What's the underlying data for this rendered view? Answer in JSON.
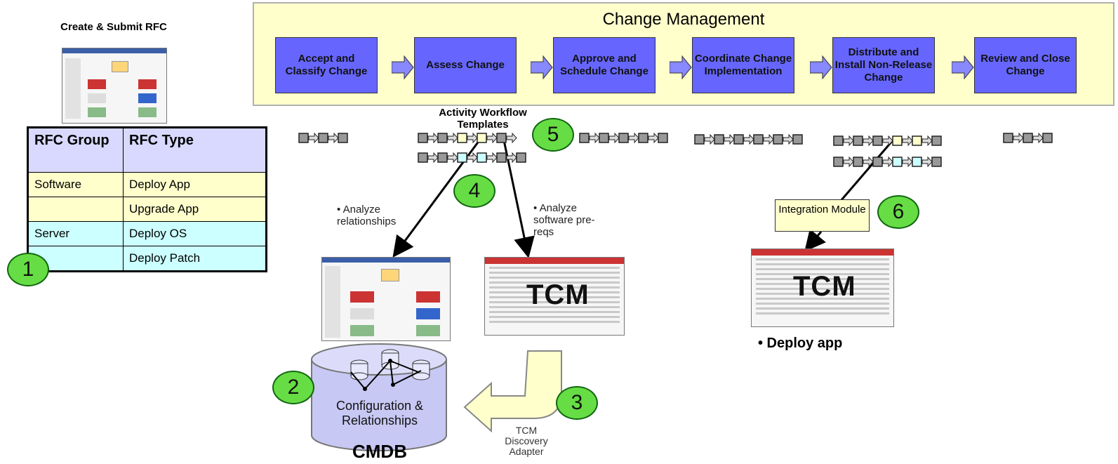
{
  "rfc_panel": {
    "title": "Create & Submit RFC",
    "table": {
      "headers": [
        "RFC Group",
        "RFC Type"
      ],
      "rows": [
        {
          "group": "Software",
          "type": "Deploy App"
        },
        {
          "group": "",
          "type": "Upgrade App"
        },
        {
          "group": "Server",
          "type": "Deploy OS"
        },
        {
          "group": "",
          "type": "Deploy Patch"
        }
      ]
    }
  },
  "change_management": {
    "title": "Change Management",
    "steps": [
      "Accept and Classify Change",
      "Assess Change",
      "Approve and Schedule Change",
      "Coordinate Change Implementation",
      "Distribute and Install Non-Release Change",
      "Review and Close Change"
    ]
  },
  "workflow": {
    "templates_label": "Activity Workflow Templates"
  },
  "callouts": {
    "n1": "1",
    "n2": "2",
    "n3": "3",
    "n4": "4",
    "n5": "5",
    "n6": "6"
  },
  "labels": {
    "analyze_relationships": "• Analyze relationships",
    "analyze_software": "• Analyze software pre-reqs",
    "integration_module": "Integration Module",
    "tcm_1": "TCM",
    "tcm_2": "TCM",
    "deploy_app": "• Deploy app",
    "cmdb_content": "Configuration & Relationships",
    "cmdb": "CMDB",
    "tcm_discovery_adapter": "TCM Discovery Adapter"
  },
  "colors": {
    "step_fill": "#6666ff",
    "band_fill": "#ffffcc",
    "callout_fill": "#66dd44",
    "cmdb_fill": "#c8c8f4"
  }
}
